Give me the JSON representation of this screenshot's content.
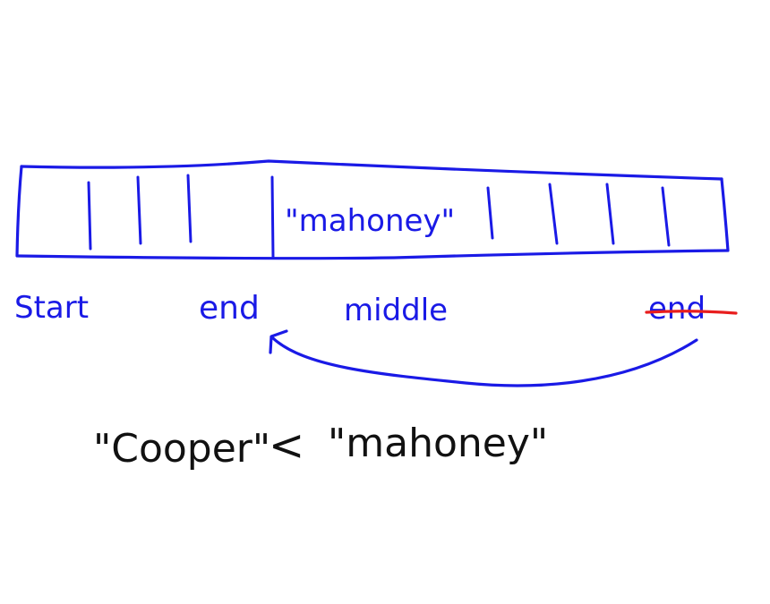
{
  "colors": {
    "ink_blue": "#1a1ae6",
    "ink_red": "#e81e1e",
    "ink_black": "#111111",
    "background": "#ffffff"
  },
  "array": {
    "highlighted_cell_text": "\"mahoney\""
  },
  "pointer_labels": {
    "start": "Start",
    "end": "end",
    "middle": "middle",
    "old_end": "end"
  },
  "comparison": {
    "left_operand": "\"Cooper\"",
    "operator": "<",
    "right_operand": "\"mahoney\""
  }
}
